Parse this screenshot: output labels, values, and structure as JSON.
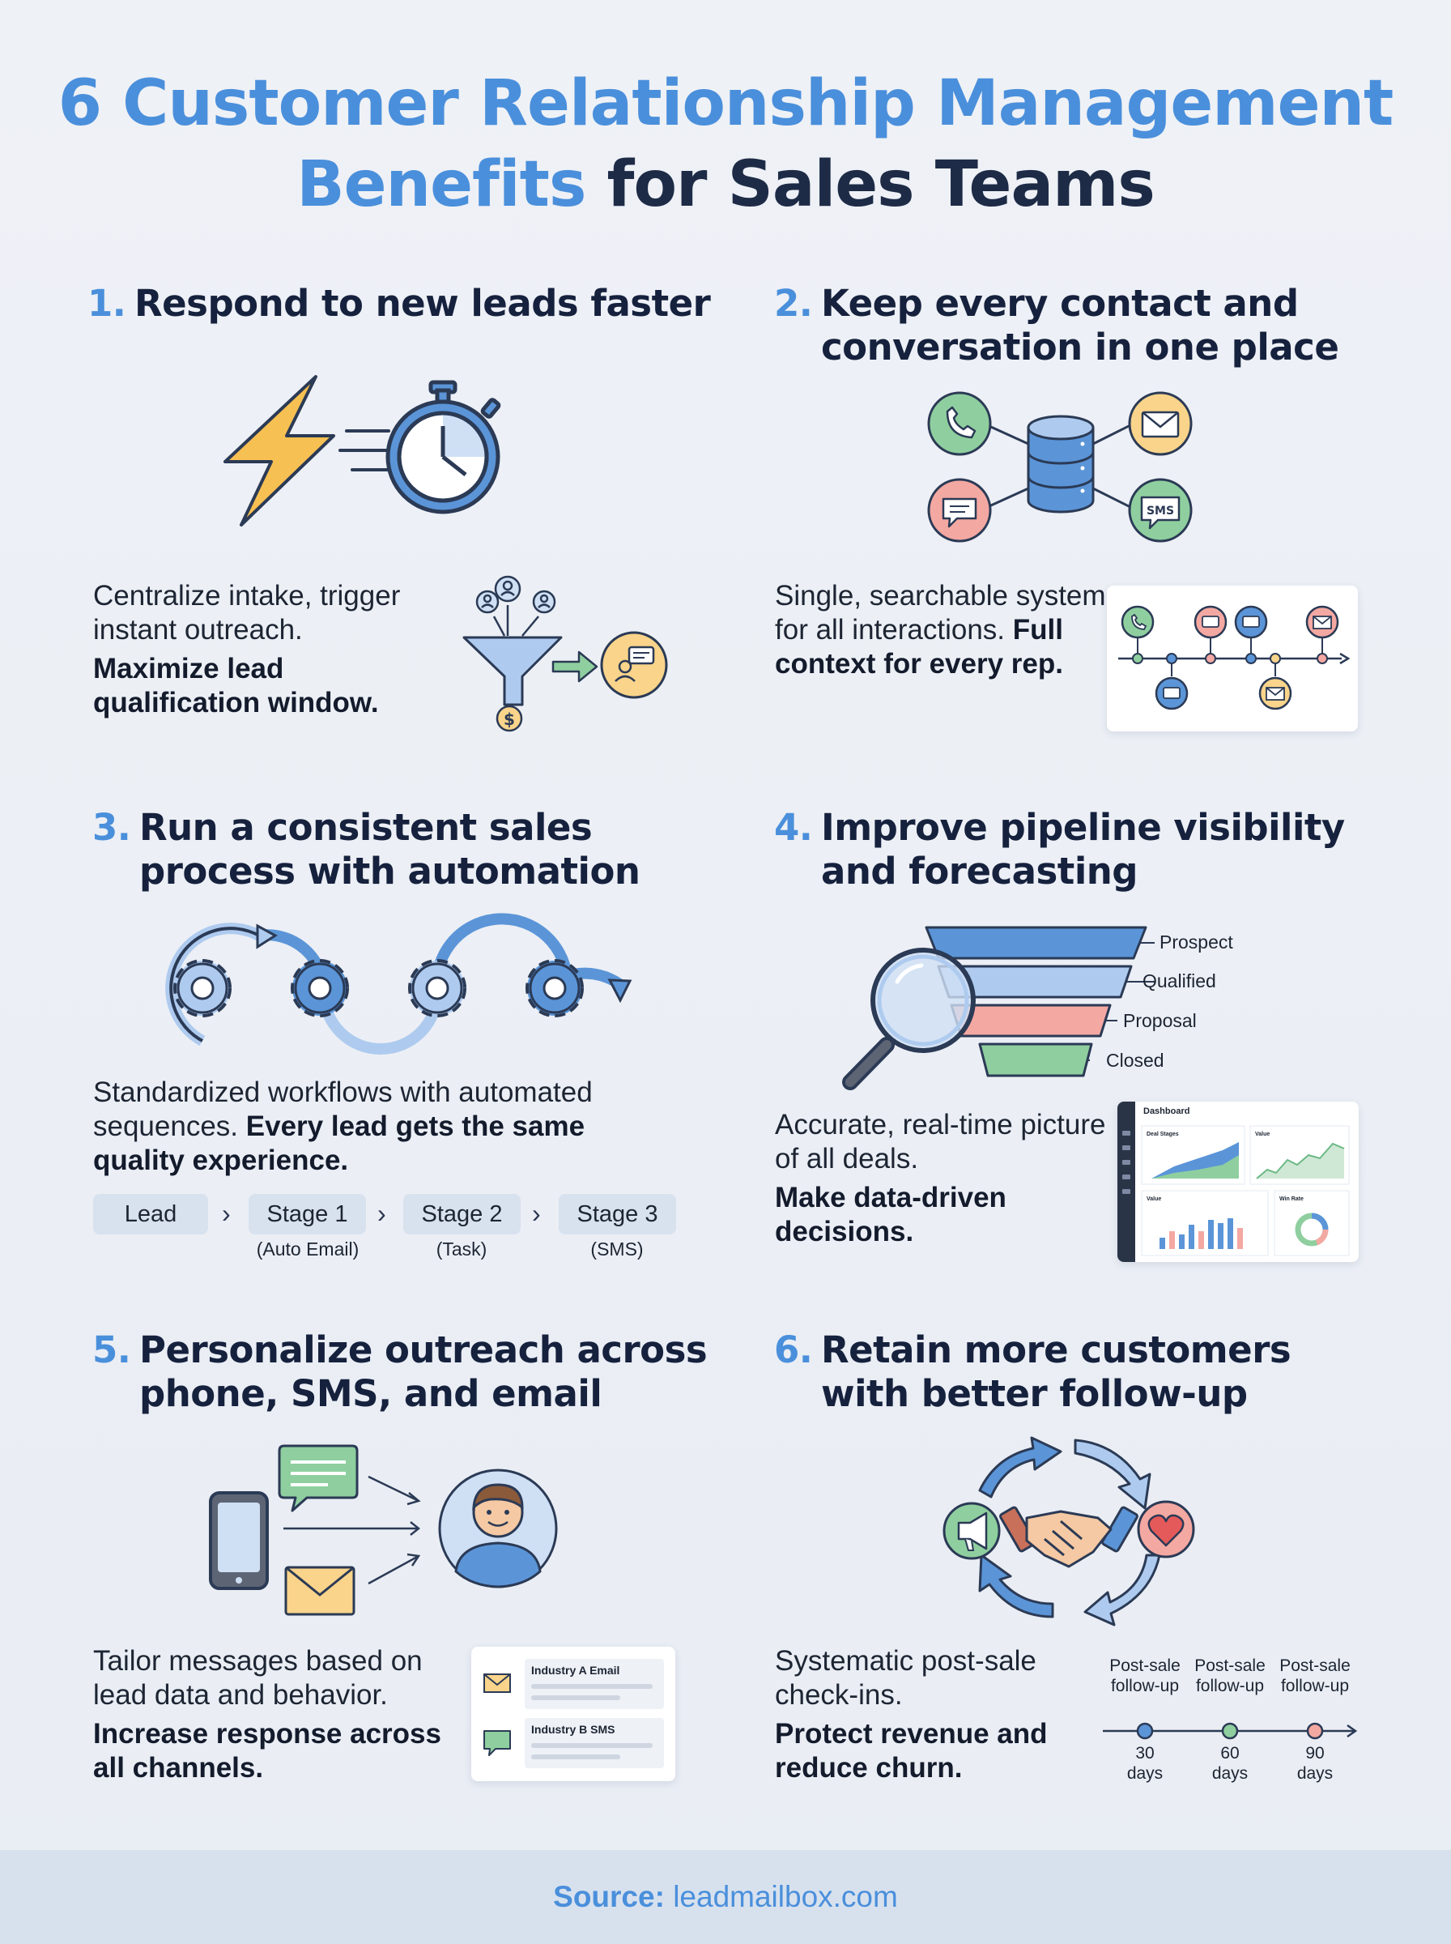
{
  "title": {
    "line1": "6 Customer Relationship Management",
    "line2_highlight": "Benefits",
    "line2_rest": " for Sales Teams"
  },
  "sections": [
    {
      "number": "1.",
      "title_lines": [
        "Respond to new leads faster"
      ],
      "text": "Centralize intake, trigger instant outreach.",
      "bold": "Maximize lead qualification window."
    },
    {
      "number": "2.",
      "title_lines": [
        "Keep every contact and",
        "conversation in one place"
      ],
      "text": "Single, searchable system for all interactions.",
      "bold": "Full context for every rep."
    },
    {
      "number": "3.",
      "title_lines": [
        "Run a consistent sales",
        "process with automation"
      ],
      "text": "Standardized workflows with automated sequences.",
      "bold": "Every lead gets the same quality experience.",
      "stages": [
        {
          "label": "Lead",
          "sub": ""
        },
        {
          "label": "Stage 1",
          "sub": "(Auto Email)"
        },
        {
          "label": "Stage 2",
          "sub": "(Task)"
        },
        {
          "label": "Stage 3",
          "sub": "(SMS)"
        }
      ]
    },
    {
      "number": "4.",
      "title_lines": [
        "Improve pipeline visibility",
        "and forecasting"
      ],
      "text": "Accurate, real-time picture of all deals.",
      "bold": "Make data-driven decisions.",
      "funnel": [
        "Prospect",
        "Qualified",
        "Proposal",
        "Closed"
      ],
      "dashboard": {
        "title": "Dashboard",
        "panels": [
          "Deal Stages",
          "Value",
          "Value",
          "Win Rate"
        ]
      }
    },
    {
      "number": "5.",
      "title_lines": [
        "Personalize outreach across",
        "phone, SMS, and email"
      ],
      "text": "Tailor messages based on lead data and behavior.",
      "bold": "Increase response across all channels.",
      "messages": [
        "Industry A Email",
        "Industry B SMS"
      ]
    },
    {
      "number": "6.",
      "title_lines": [
        "Retain more customers",
        "with better follow-up"
      ],
      "text": "Systematic post-sale check-ins.",
      "bold": "Protect revenue and reduce churn.",
      "timeline": [
        {
          "top": "Post-sale",
          "mid": "follow-up",
          "day": "30",
          "unit": "days"
        },
        {
          "top": "Post-sale",
          "mid": "follow-up",
          "day": "60",
          "unit": "days"
        },
        {
          "top": "Post-sale",
          "mid": "follow-up",
          "day": "90",
          "unit": "days"
        }
      ]
    }
  ],
  "sms_badge": "SMS",
  "footer": {
    "label": "Source:",
    "site": " leadmailbox.com"
  },
  "colors": {
    "accent": "#4a8fdb",
    "dark": "#15213d",
    "green": "#8fcf9f",
    "red": "#f4a8a2",
    "yellow": "#f9d48a",
    "lightblue": "#aecbef"
  }
}
